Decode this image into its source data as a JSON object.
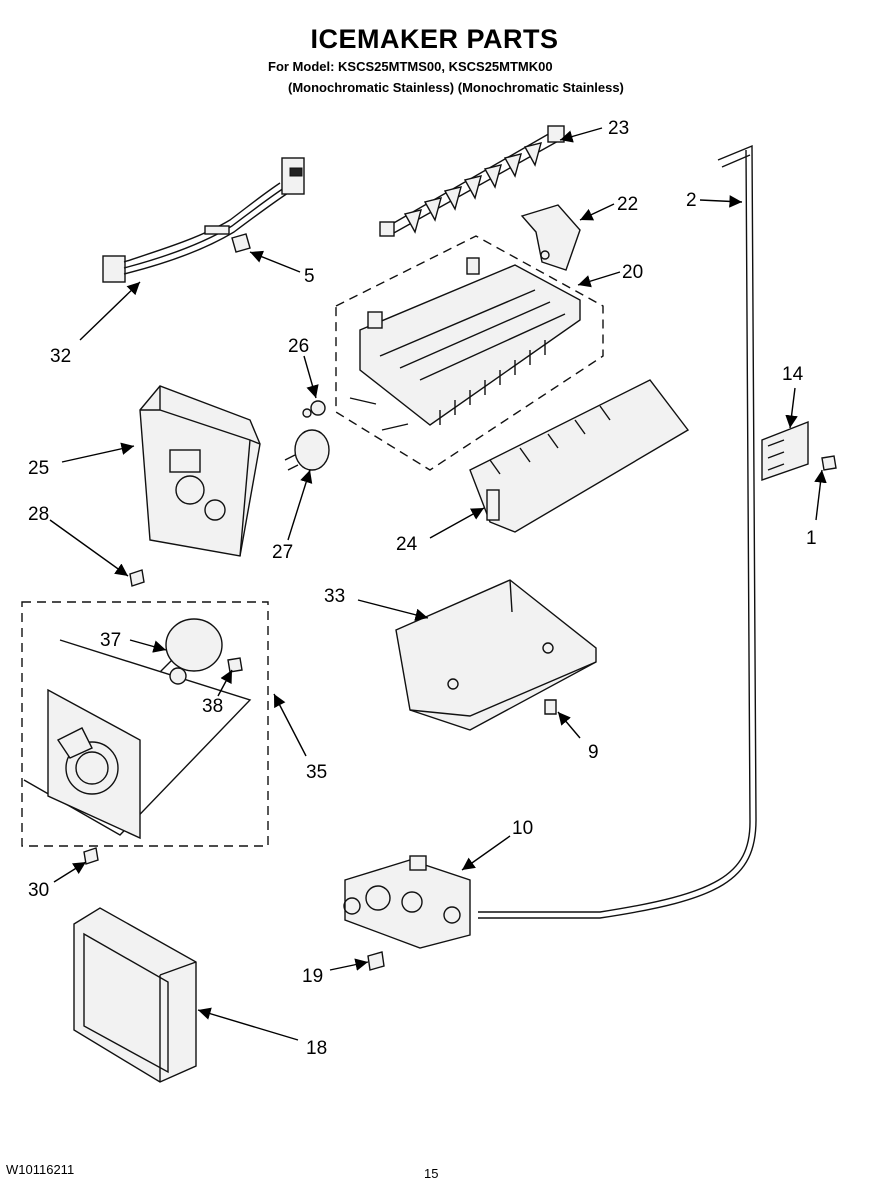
{
  "header": {
    "title": "ICEMAKER PARTS",
    "model_line": "For Model: KSCS25MTMS00, KSCS25MTMK00",
    "variant_line": "(Monochromatic Stainless) (Monochromatic Stainless)"
  },
  "footer": {
    "doc_number": "W10116211",
    "page_number": "15"
  },
  "callouts": {
    "c1": "1",
    "c2": "2",
    "c5": "5",
    "c9": "9",
    "c10": "10",
    "c14": "14",
    "c18": "18",
    "c19": "19",
    "c20": "20",
    "c22": "22",
    "c23": "23",
    "c24": "24",
    "c25": "25",
    "c26": "26",
    "c27": "27",
    "c28": "28",
    "c30": "30",
    "c32": "32",
    "c33": "33",
    "c35": "35",
    "c37": "37",
    "c38": "38"
  }
}
